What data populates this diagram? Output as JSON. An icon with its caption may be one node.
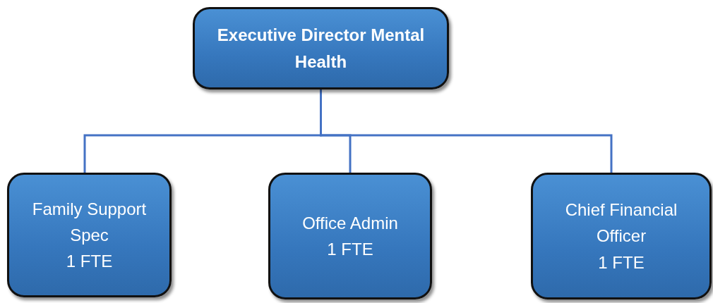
{
  "diagram": {
    "nodes": [
      {
        "text": [
          "Executive Director Mental Health"
        ]
      },
      {
        "text": [
          "Family Support Spec",
          "1 FTE"
        ]
      },
      {
        "text": [
          "Office Admin",
          "1 FTE"
        ]
      },
      {
        "text": [
          "Chief Financial Officer",
          "1 FTE"
        ]
      }
    ],
    "edges": [
      {
        "from": 0,
        "to": 1,
        "arrow": "none"
      },
      {
        "from": 0,
        "to": 2,
        "arrow": "none"
      },
      {
        "from": 0,
        "to": 3,
        "arrow": "none"
      }
    ]
  }
}
